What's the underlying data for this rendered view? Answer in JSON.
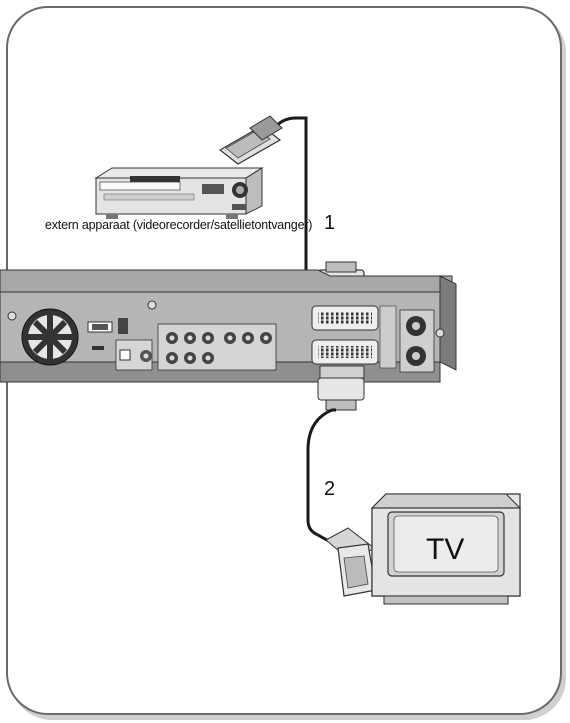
{
  "labels": {
    "external_device": "extern apparaat (videorecorder/satellietontvanger)",
    "cable_1": "1",
    "cable_2": "2",
    "tv": "TV"
  },
  "colors": {
    "frame": "#6a6a6a",
    "device_dark": "#3a3a3a",
    "device_mid": "#9a9a9a",
    "device_light": "#d8d8d8",
    "cable": "#1a1a1a"
  },
  "icons": [
    "scart-connector-icon",
    "fan-grille-icon",
    "rca-jack-icon",
    "antenna-jack-icon"
  ]
}
